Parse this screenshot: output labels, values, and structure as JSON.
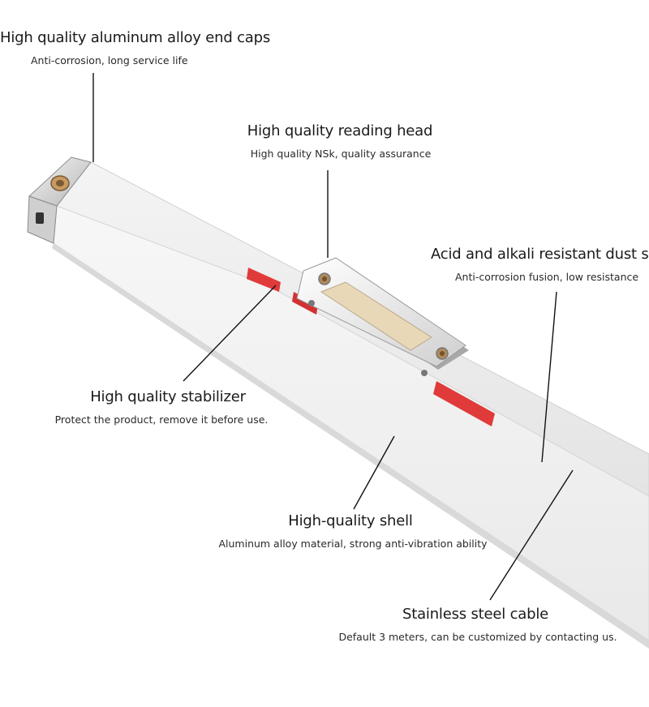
{
  "colors": {
    "background": "#ffffff",
    "shell": "#ececec",
    "shell_shadow": "#d8d8d8",
    "stabilizer_red": "#e03a3a",
    "reading_head_metal": "#e6e6e6",
    "cable_steel": "#b9b9b9",
    "leader_line": "#111111"
  },
  "callouts": {
    "end_caps": {
      "title": "High quality aluminum alloy end caps",
      "subtitle": "Anti-corrosion, long service life"
    },
    "reading_head": {
      "title": "High quality reading head",
      "subtitle": "High quality NSk, quality assurance"
    },
    "dust_strip": {
      "title": "Acid and alkali resistant dust strip",
      "subtitle": "Anti-corrosion fusion, low resistance"
    },
    "stabilizer": {
      "title": "High quality stabilizer",
      "subtitle": "Protect the product, remove it before use."
    },
    "shell": {
      "title": "High-quality shell",
      "subtitle": "Aluminum alloy material, strong anti-vibration ability"
    },
    "cable": {
      "title": "Stainless steel cable",
      "subtitle": "Default 3 meters, can be customized by contacting us."
    }
  }
}
